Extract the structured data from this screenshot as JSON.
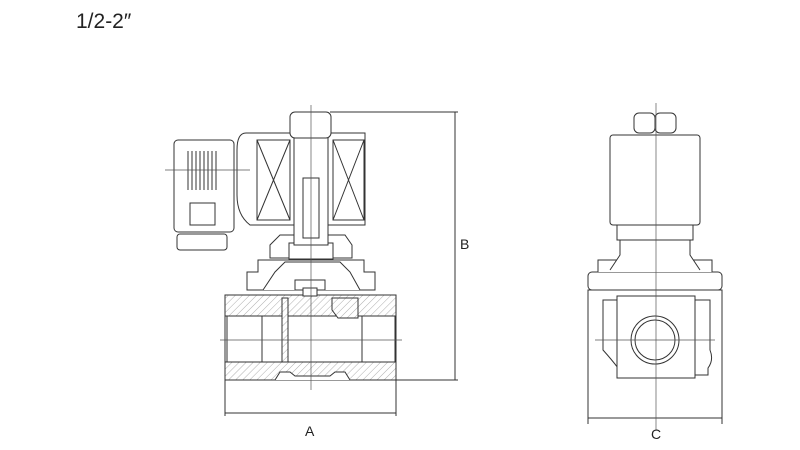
{
  "title": "1/2-2″",
  "dimensions": {
    "a": "A",
    "b": "B",
    "c": "C"
  }
}
